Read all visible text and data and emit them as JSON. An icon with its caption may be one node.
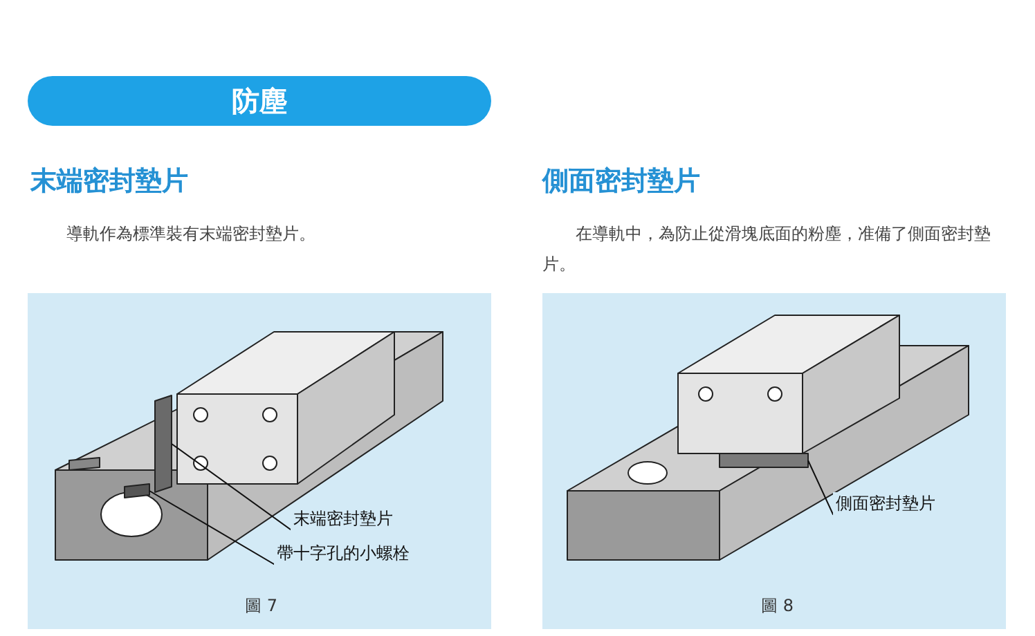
{
  "diagram": {
    "title": "防塵",
    "nodes": [
      {
        "text": [
          "末端密封墊片"
        ]
      },
      {
        "text": [],
        "shape": "box"
      },
      {
        "text": [
          "帶十字孔的小螺栓"
        ]
      },
      {
        "text": [],
        "shape": "box"
      },
      {
        "text": [
          "側面密封墊片"
        ]
      },
      {
        "text": [],
        "shape": "box"
      }
    ],
    "edges": [
      {
        "from": 0,
        "to": 1,
        "arrow": "none"
      },
      {
        "from": 2,
        "to": 3,
        "arrow": "none"
      },
      {
        "from": 4,
        "to": 5,
        "arrow": "none"
      }
    ],
    "labels": [
      "末端密封墊片",
      "導軌作為標準裝有末端密封墊片。",
      "圖 7",
      "側面密封墊片",
      "在導軌中，為防止從滑塊底面的粉塵，准備了側面密封墊片。",
      "圖 8"
    ]
  }
}
